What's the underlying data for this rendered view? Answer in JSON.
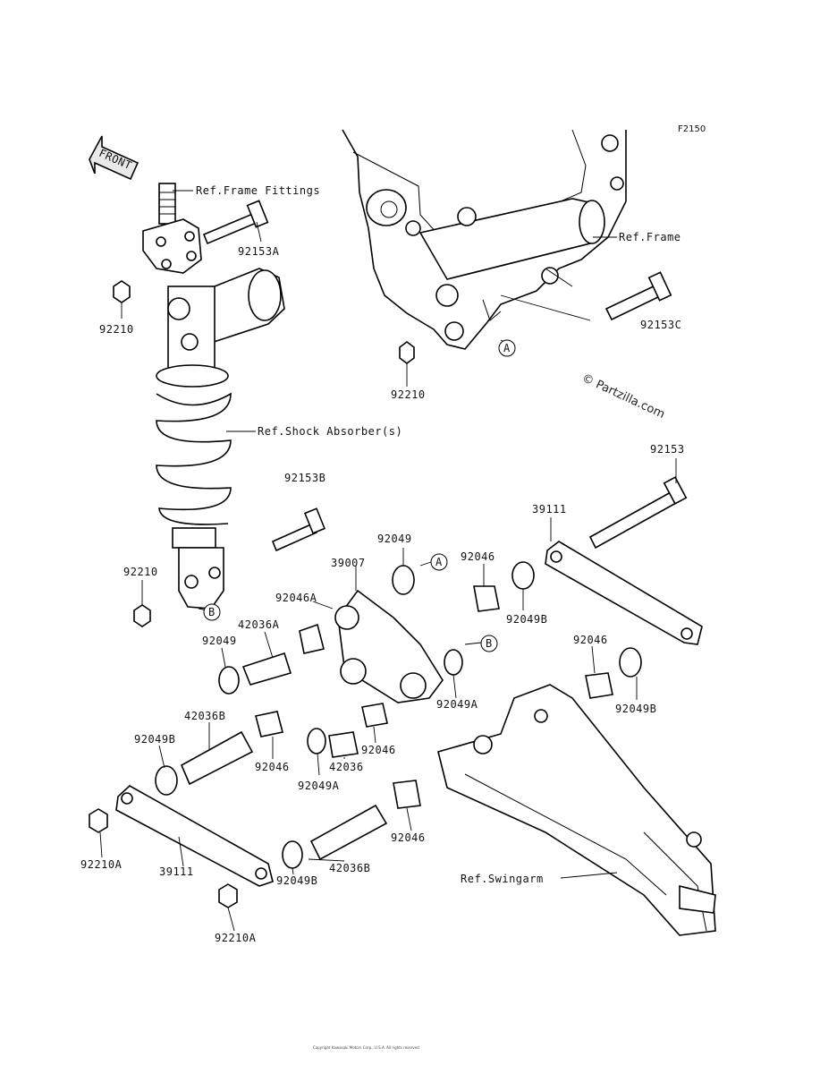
{
  "figure_code": "F2150",
  "front_arrow": "FRONT",
  "watermark": "© Partzilla.com",
  "footer": "Copyright Kawasaki Motors Corp., U.S.A. All rights reserved.",
  "labels": {
    "ref_frame_fittings": "Ref.Frame Fittings",
    "ref_frame": "Ref.Frame",
    "ref_shock": "Ref.Shock Absorber(s)",
    "ref_swingarm": "Ref.Swingarm",
    "p92153A": "92153A",
    "p92210_top": "92210",
    "p92153C": "92153C",
    "p92210_mid": "92210",
    "p92153B": "92153B",
    "p92153": "92153",
    "p39111_right": "39111",
    "p92210_left": "92210",
    "p92049_top": "92049",
    "p39007": "39007",
    "p92046_top": "92046",
    "p92046A": "92046A",
    "p92049B_r1": "92049B",
    "p42036A": "42036A",
    "p92049_left": "92049",
    "p92046_r": "92046",
    "p92049A_mid": "92049A",
    "p92049B_r2": "92049B",
    "p42036B_top": "42036B",
    "p92049B_left": "92049B",
    "p92046_c1": "92046",
    "p92046_c2": "92046",
    "p42036": "42036",
    "p92049A_low": "92049A",
    "p92046_low": "92046",
    "p92210A_left": "92210A",
    "p39111_left": "39111",
    "p42036B_low": "42036B",
    "p92049B_low": "92049B",
    "p92210A_bottom": "92210A",
    "callout_A": "A",
    "callout_B": "B"
  }
}
